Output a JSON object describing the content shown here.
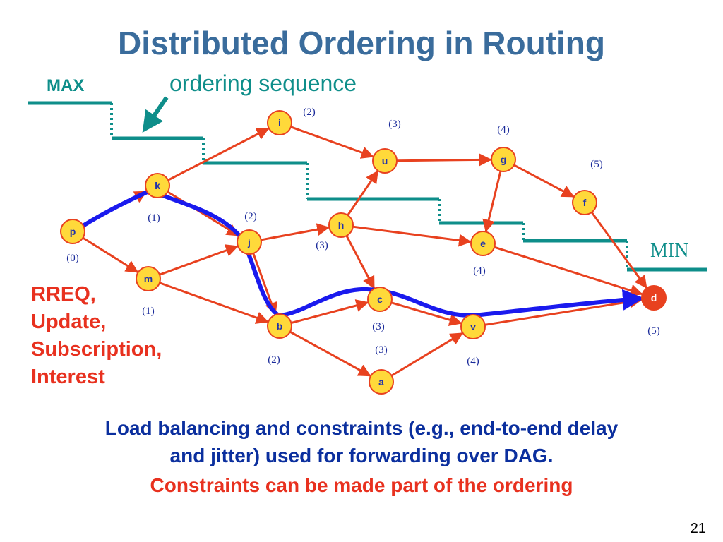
{
  "slide": {
    "title": "Distributed Ordering in Routing",
    "max_label": "MAX",
    "ordering_sequence_label": "ordering sequence",
    "min_label": "MIN",
    "left_note": [
      "RREQ,",
      "Update,",
      "Subscription,",
      "Interest"
    ],
    "caption_line1": "Load balancing and constraints (e.g., end-to-end delay",
    "caption_line2": "and jitter) used for forwarding over DAG.",
    "caption_line3": "Constraints can be made part of the ordering",
    "page_number": "21"
  },
  "graph": {
    "nodes": [
      {
        "id": "p",
        "label": "p",
        "order": "(0)"
      },
      {
        "id": "k",
        "label": "k",
        "order": "(1)"
      },
      {
        "id": "m",
        "label": "m",
        "order": "(1)"
      },
      {
        "id": "i",
        "label": "i",
        "order": "(2)"
      },
      {
        "id": "j",
        "label": "j",
        "order": "(2)"
      },
      {
        "id": "b",
        "label": "b",
        "order": "(2)"
      },
      {
        "id": "u",
        "label": "u",
        "order": "(3)"
      },
      {
        "id": "h",
        "label": "h",
        "order": "(3)"
      },
      {
        "id": "c",
        "label": "c",
        "order": "(3)"
      },
      {
        "id": "a",
        "label": "a",
        "order": "(3)"
      },
      {
        "id": "g",
        "label": "g",
        "order": "(4)"
      },
      {
        "id": "e",
        "label": "e",
        "order": "(4)"
      },
      {
        "id": "v",
        "label": "v",
        "order": "(4)"
      },
      {
        "id": "f",
        "label": "f",
        "order": "(5)"
      },
      {
        "id": "d",
        "label": "d",
        "order": "(5)"
      }
    ],
    "edges": [
      [
        "p",
        "k"
      ],
      [
        "p",
        "m"
      ],
      [
        "k",
        "i"
      ],
      [
        "k",
        "j"
      ],
      [
        "m",
        "j"
      ],
      [
        "m",
        "b"
      ],
      [
        "i",
        "u"
      ],
      [
        "j",
        "h"
      ],
      [
        "j",
        "b"
      ],
      [
        "h",
        "u"
      ],
      [
        "h",
        "c"
      ],
      [
        "h",
        "e"
      ],
      [
        "u",
        "g"
      ],
      [
        "g",
        "f"
      ],
      [
        "g",
        "e"
      ],
      [
        "f",
        "d"
      ],
      [
        "e",
        "d"
      ],
      [
        "b",
        "c"
      ],
      [
        "b",
        "a"
      ],
      [
        "c",
        "v"
      ],
      [
        "a",
        "v"
      ],
      [
        "v",
        "d"
      ]
    ],
    "highlighted_path": [
      "p",
      "k",
      "j",
      "b",
      "c",
      "v",
      "d"
    ],
    "colors": {
      "edge": "#e8411f",
      "path": "#1a1aee",
      "node_fill": "#ffd93a",
      "node_stroke": "#e8411f",
      "destination_fill": "#e8411f",
      "staircase": "#0e8e8a"
    }
  }
}
